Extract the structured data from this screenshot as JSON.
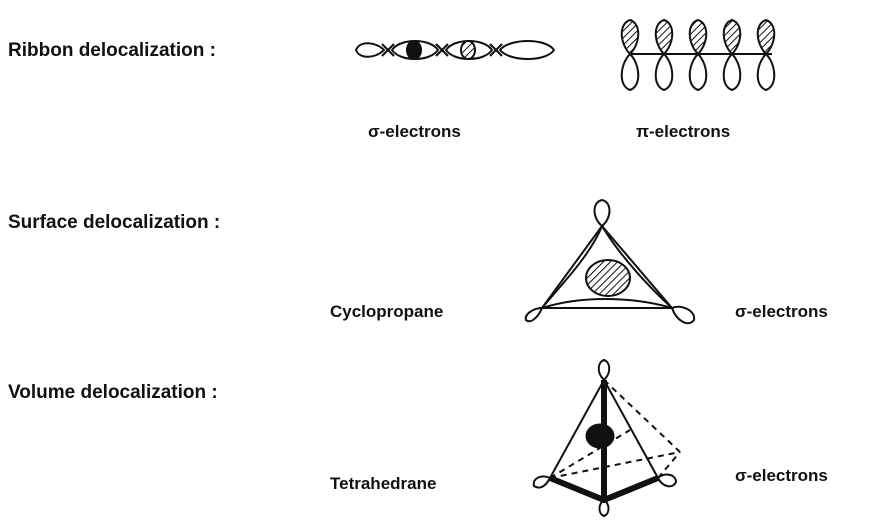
{
  "sections": {
    "ribbon": {
      "heading": "Ribbon delocalization :",
      "sigma_label": "σ-electrons",
      "pi_label": "π-electrons"
    },
    "surface": {
      "heading": "Surface delocalization :",
      "molecule": "Cyclopropane",
      "electrons": "σ-electrons"
    },
    "volume": {
      "heading": "Volume delocalization :",
      "molecule": "Tetrahedrane",
      "electrons": "σ-electrons"
    }
  },
  "colors": {
    "ink": "#111111",
    "background": "#ffffff"
  }
}
